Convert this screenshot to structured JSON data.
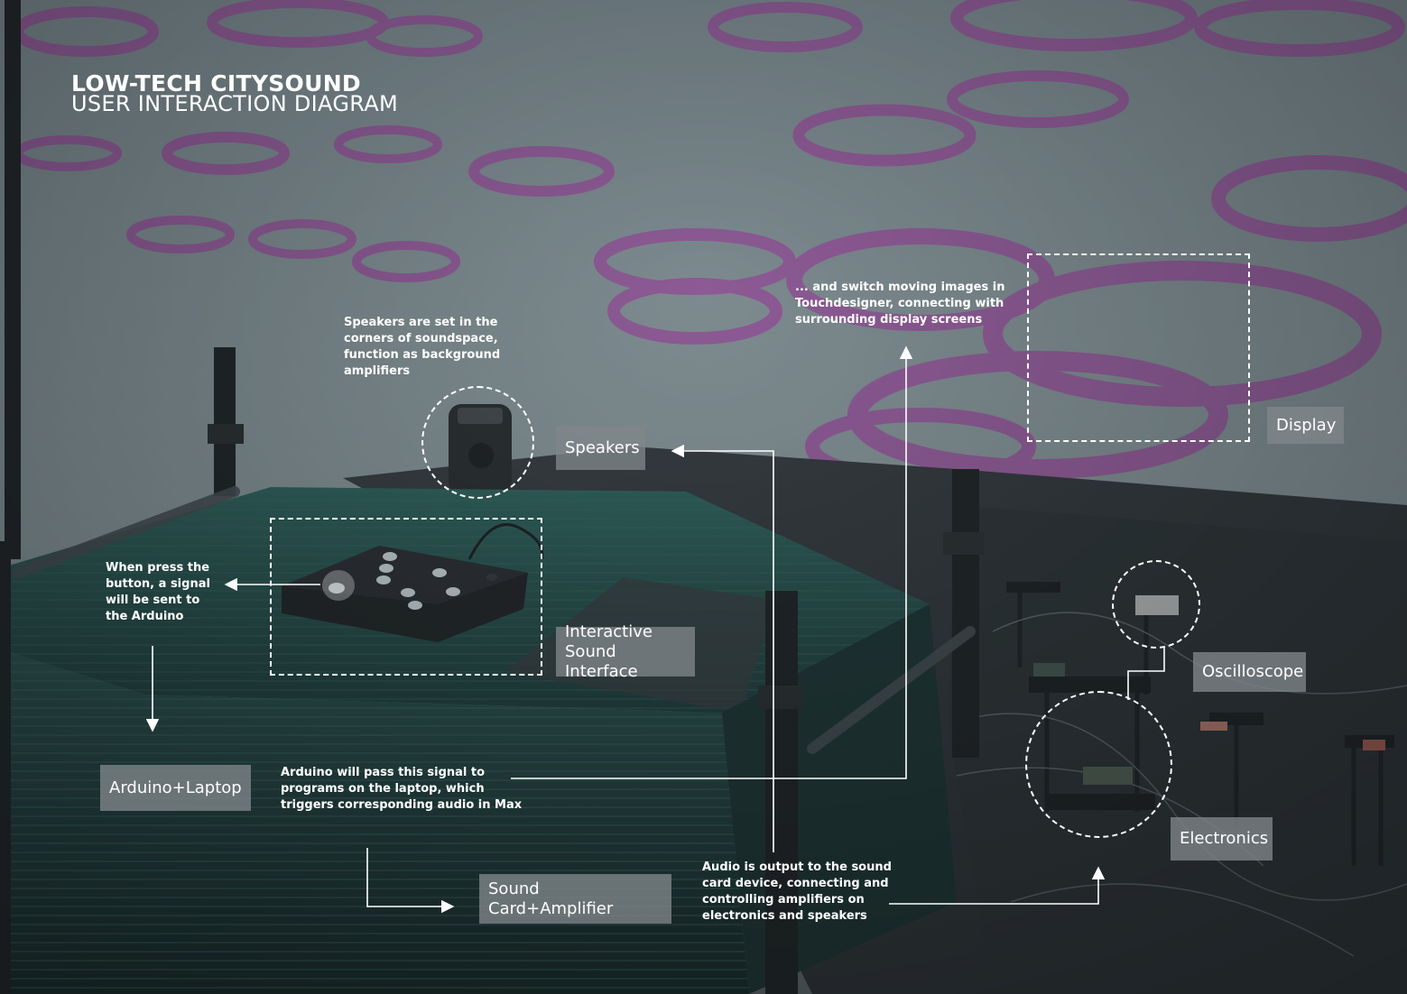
{
  "title": {
    "main": "LOW-TECH CITYSOUND",
    "sub": "USER INTERACTION DIAGRAM"
  },
  "components": {
    "speakers": "Speakers",
    "display": "Display",
    "interactive_sound_interface": "Interactive\nSound Interface",
    "oscilloscope": "Oscilloscope",
    "arduino_laptop": "Arduino+Laptop",
    "electronics": "Electronics",
    "sound_card_amplifier": "Sound Card+Amplifier"
  },
  "notes": {
    "speakers": "Speakers are set in the\ncorners of soundspace,\nfunction as background\namplifiers",
    "display": "... and switch moving images in\nTouchdesigner, connecting  with\nsurrounding display screens",
    "button": "When press the\nbutton, a signal\nwill be sent to\nthe Arduino",
    "arduino": "Arduino will pass this signal to\nprograms on the laptop, which\ntriggers corresponding audio in Max",
    "audio": "Audio is output to the sound\ncard device, connecting and\ncontrolling amplifiers on\nelectronics and speakers"
  },
  "colors": {
    "display_surface": "#c9d3d4",
    "projection_pattern": "#b04fb0",
    "table_glass": "#2a5a55",
    "annotation": "#ffffff",
    "label_background": "#80868a"
  }
}
